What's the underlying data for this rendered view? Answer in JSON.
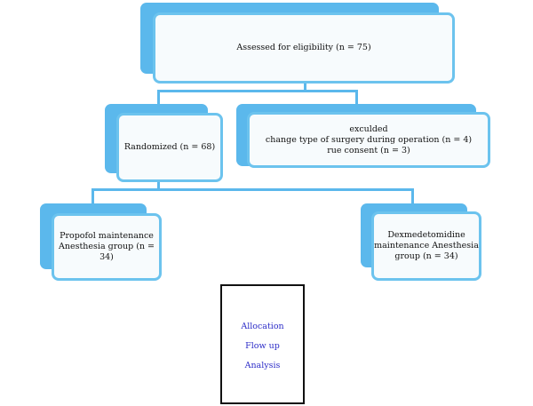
{
  "flowchart": {
    "assessed": "Assessed for eligibility (n = 75)",
    "randomized": "Randomized (n = 68)",
    "excluded": {
      "line1": "exculded",
      "line2": "change type of surgery during operation (n = 4)",
      "line3": "rue  consent (n = 3)"
    },
    "propofol": {
      "line1": "Propofol maintenance",
      "line2": "Anesthesia group (n = 34)"
    },
    "dexmedetomidine": {
      "line1": "Dexmedetomidine",
      "line2": "maintenance Anesthesia",
      "line3": "group (n = 34)"
    }
  },
  "legend": {
    "items": [
      "Allocation",
      "Flow up",
      "Analysis"
    ]
  },
  "colors": {
    "box_shadow": "#5bb8ec",
    "box_border": "#6cc3ee",
    "box_fill": "#f7fbfd",
    "legend_text": "#2e2ec8",
    "legend_border": "#111111"
  }
}
